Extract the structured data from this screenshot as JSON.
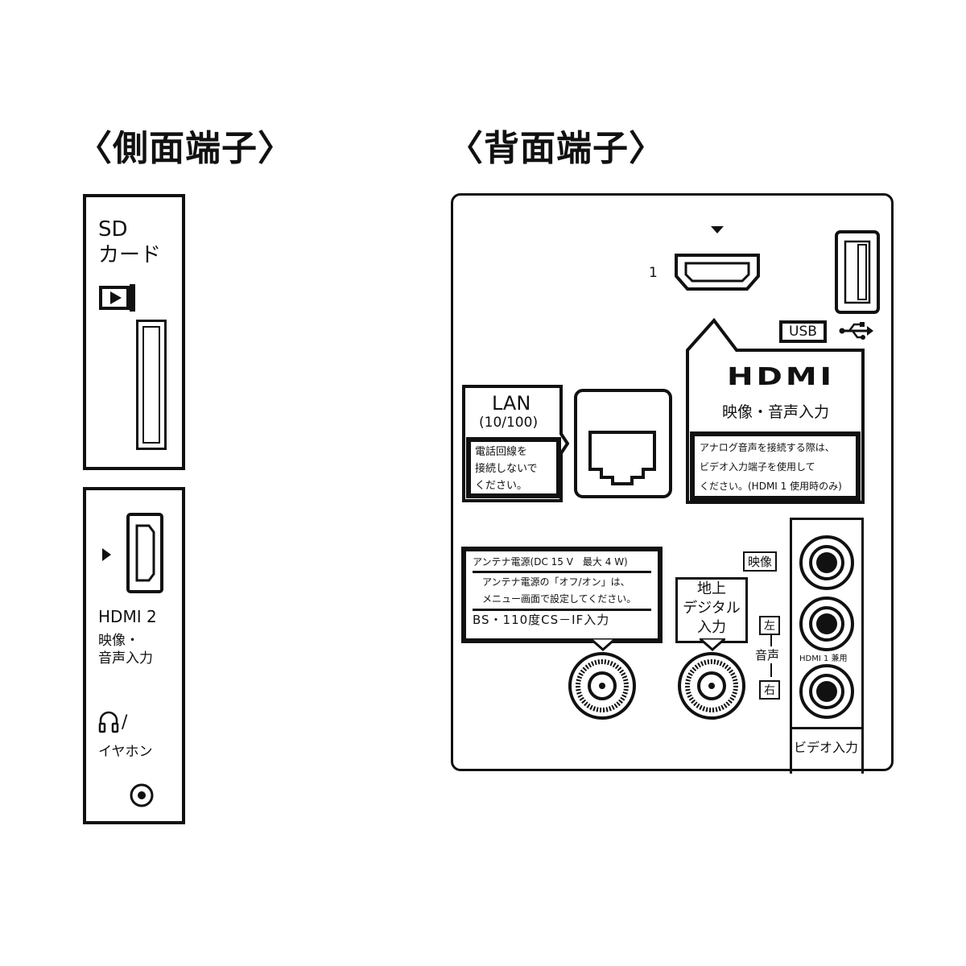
{
  "side": {
    "heading": "〈側面端子〉",
    "sd_label_1": "SD",
    "sd_label_2": "カード",
    "hdmi2_label": "HDMI 2",
    "hdmi2_sub_1": "映像・",
    "hdmi2_sub_2": "音声入力",
    "earphone_label": "イヤホン",
    "earphone_slash": "/"
  },
  "rear": {
    "heading": "〈背面端子〉",
    "hdmi1_number": "1",
    "usb_label": "USB",
    "hdmi_logo": "HDMI",
    "hdmi_sub": "映像・音声入力",
    "hdmi_note_1": "アナログ音声を接続する際は、",
    "hdmi_note_2": "ビデオ入力端子を使用して",
    "hdmi_note_3": "ください。(HDMI 1 使用時のみ)",
    "lan_label": "LAN",
    "lan_speed": "(10/100)",
    "lan_note_1": "電話回線を",
    "lan_note_2": "接続しないで",
    "lan_note_3": "ください。",
    "antenna_power": "アンテナ電源(DC 15 V　最大 4 W)",
    "antenna_note_1": "アンテナ電源の「オフ/オン」は、",
    "antenna_note_2": "メニュー画面で設定してください。",
    "bs_label": "BS・110度CS－IF入力",
    "terrestrial_1": "地上",
    "terrestrial_2": "デジタル",
    "terrestrial_3": "入力",
    "video_tag": "映像",
    "left_tag": "左",
    "audio_label": "音声",
    "right_tag": "右",
    "hdmi1_shared": "HDMI 1 兼用",
    "video_input": "ビデオ入力"
  }
}
